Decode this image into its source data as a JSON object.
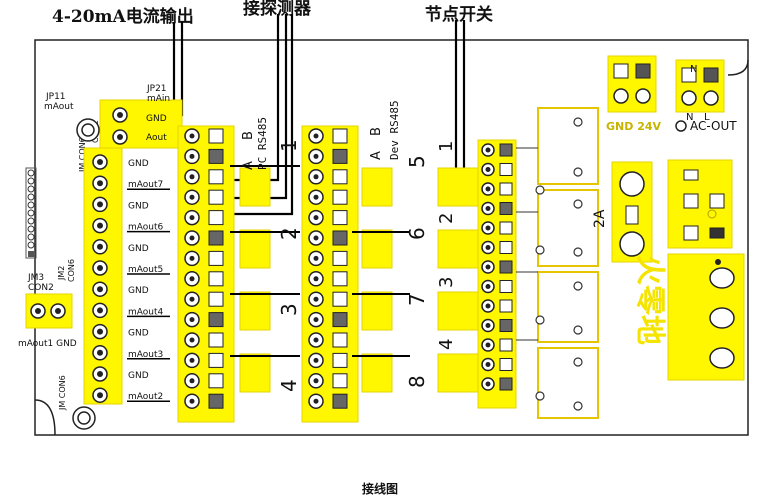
{
  "callouts": {
    "current_output": "4-20mA电流输出",
    "probe": "接探测器",
    "node_switch": "节点开关"
  },
  "caption": "接线图",
  "jumpers": {
    "jp11": "JP11",
    "maout_top": "mAout",
    "jp21": "JP21",
    "main": "mAin",
    "gnd": "GND",
    "aout_top": "Aout",
    "con2_top": "CON2",
    "jm_con6": "JM CON6",
    "jm3": "JM3",
    "con2_mid": "CON2",
    "jm2": "JM2",
    "con6_mid": "CON6",
    "maout1_gnd": "mAout1 GND",
    "jm_con6_bottom": "JM CON6"
  },
  "output_terminals": [
    "GND",
    "mAout7",
    "GND",
    "mAout6",
    "GND",
    "mAout5",
    "GND",
    "mAout4",
    "GND",
    "mAout3",
    "GND",
    "mAout2"
  ],
  "column_ab": [
    "A",
    "B"
  ],
  "rs485": {
    "pc": "PC RS485",
    "dev": "Dev RS485"
  },
  "channel_numbers": [
    "1",
    "2",
    "3",
    "4",
    "5",
    "6",
    "7",
    "8"
  ],
  "relay_numbers": [
    "1",
    "2",
    "3",
    "4"
  ],
  "fuse": "2A",
  "power": {
    "gnd_24v": "GND 24V",
    "ac_out": "AC-OUT",
    "n": "N",
    "l": "L"
  },
  "brand_text": "火零地"
}
